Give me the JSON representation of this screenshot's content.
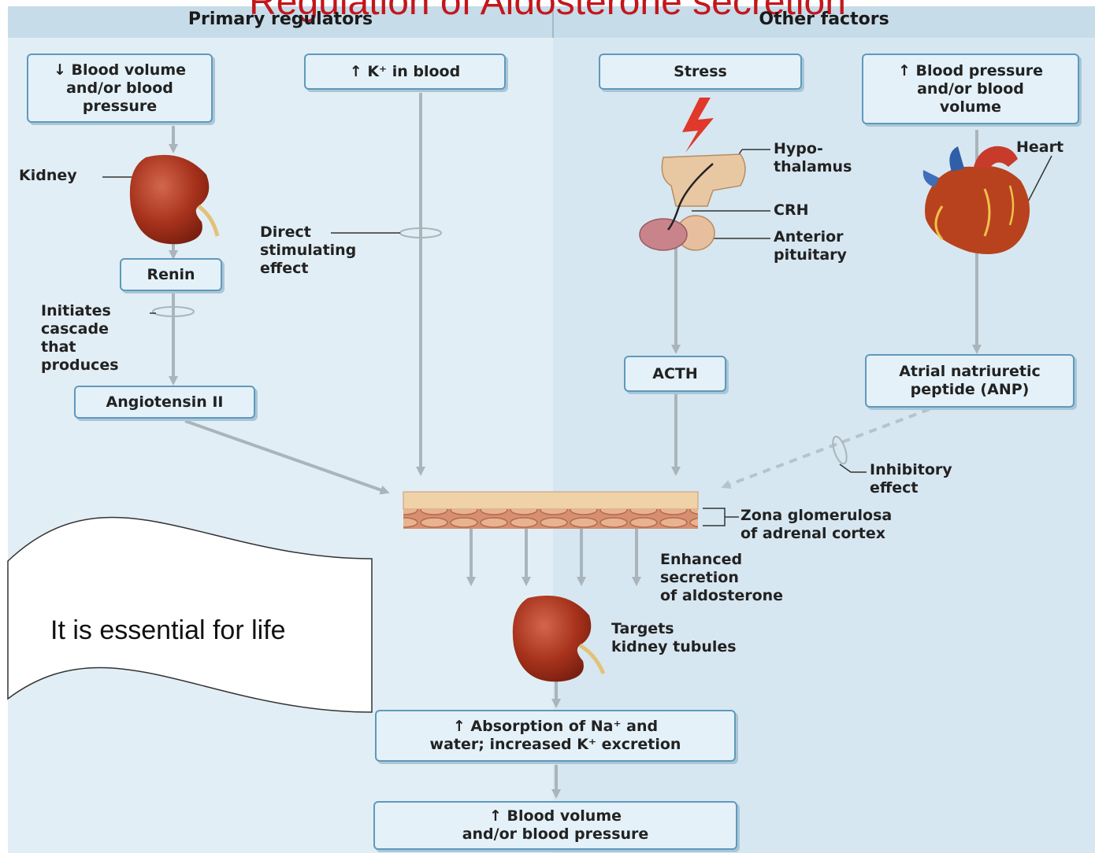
{
  "title": "Regulation of Aldosterone secretion",
  "headers": {
    "primary": "Primary regulators",
    "other": "Other factors"
  },
  "boxes": {
    "blood_volume_low": "↓ Blood volume\nand/or blood\npressure",
    "k_in_blood": "↑ K⁺ in blood",
    "stress": "Stress",
    "bp_high": "↑ Blood pressure\nand/or blood\nvolume",
    "renin": "Renin",
    "angiotensin": "Angiotensin II",
    "acth": "ACTH",
    "anp": "Atrial natriuretic\npeptide (ANP)",
    "absorption": "↑ Absorption of Na⁺ and\nwater; increased K⁺ excretion",
    "blood_volume_up": "↑ Blood volume\nand/or blood pressure"
  },
  "labels": {
    "kidney": "Kidney",
    "direct": "Direct\nstimulating\neffect",
    "initiates": "Initiates\ncascade\nthat\nproduces",
    "hypothalamus": "Hypo-\nthalamus",
    "crh": "CRH",
    "anterior_pituitary": "Anterior\npituitary",
    "heart": "Heart",
    "inhibitory": "Inhibitory\neffect",
    "zona": "Zona glomerulosa\nof adrenal cortex",
    "enhanced": "Enhanced\nsecretion\nof aldosterone",
    "targets": "Targets\nkidney tubules"
  },
  "callout": "It is essential for life",
  "colors": {
    "title": "#c4161c",
    "box_fill": "#e4f1f8",
    "box_border": "#5f99bc",
    "arrow": "#a9b4bb",
    "kidney": "#a7321c"
  }
}
